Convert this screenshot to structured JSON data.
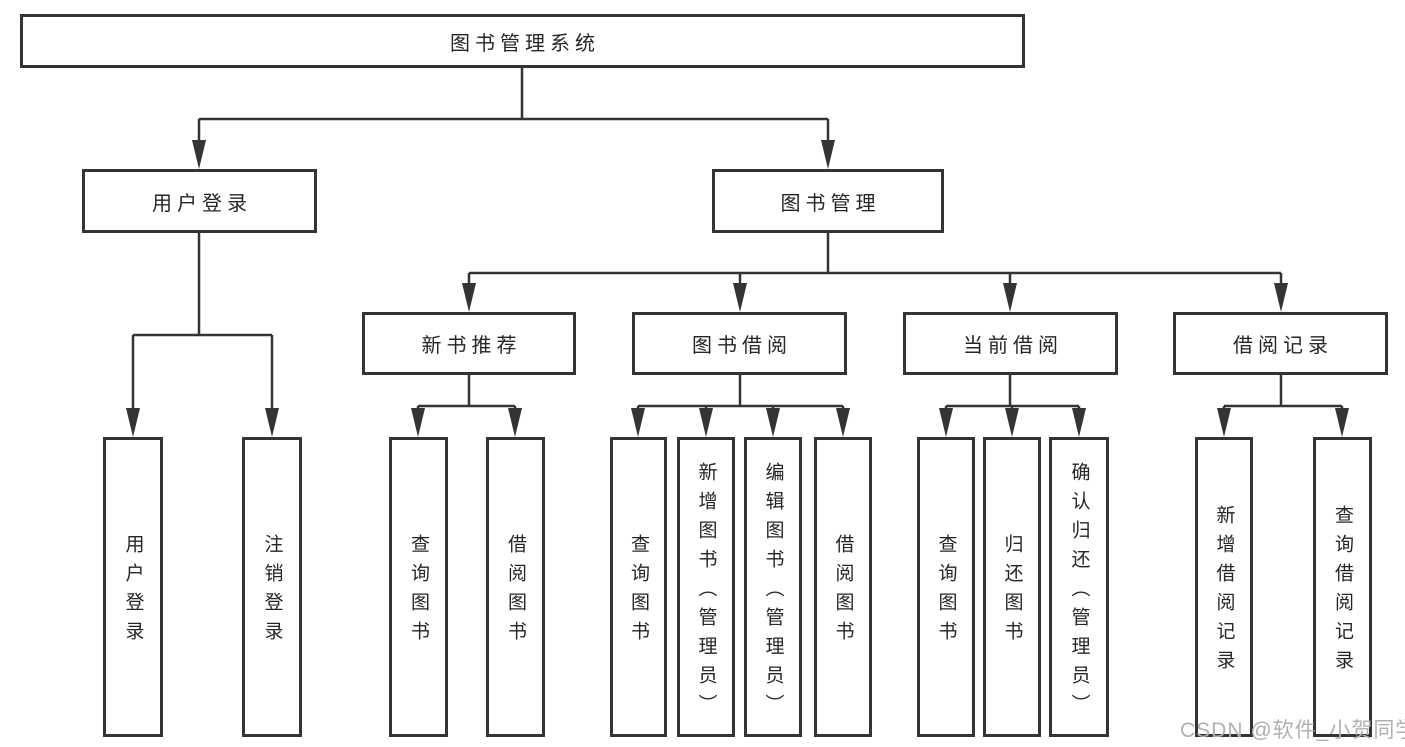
{
  "diagram": {
    "title": "图书管理系统",
    "level2": [
      "用户登录",
      "图书管理"
    ],
    "level3": [
      "新书推荐",
      "图书借阅",
      "当前借阅",
      "借阅记录"
    ],
    "leaves_login": [
      "用户登录",
      "注销登录"
    ],
    "leaves_newbook": [
      "查询图书",
      "借阅图书"
    ],
    "leaves_borrow": [
      "查询图书",
      "新增图书（管理员）",
      "编辑图书（管理员）",
      "借阅图书"
    ],
    "leaves_current": [
      "查询图书",
      "归还图书",
      "确认归还（管理员）"
    ],
    "leaves_records": [
      "新增借阅记录",
      "查询借阅记录"
    ]
  },
  "watermark": {
    "text": "CSDN @软件_小贺同学",
    "color": "#b0b0b0"
  },
  "colors": {
    "line": "#343434",
    "text": "#262626",
    "background": "#ffffff"
  }
}
